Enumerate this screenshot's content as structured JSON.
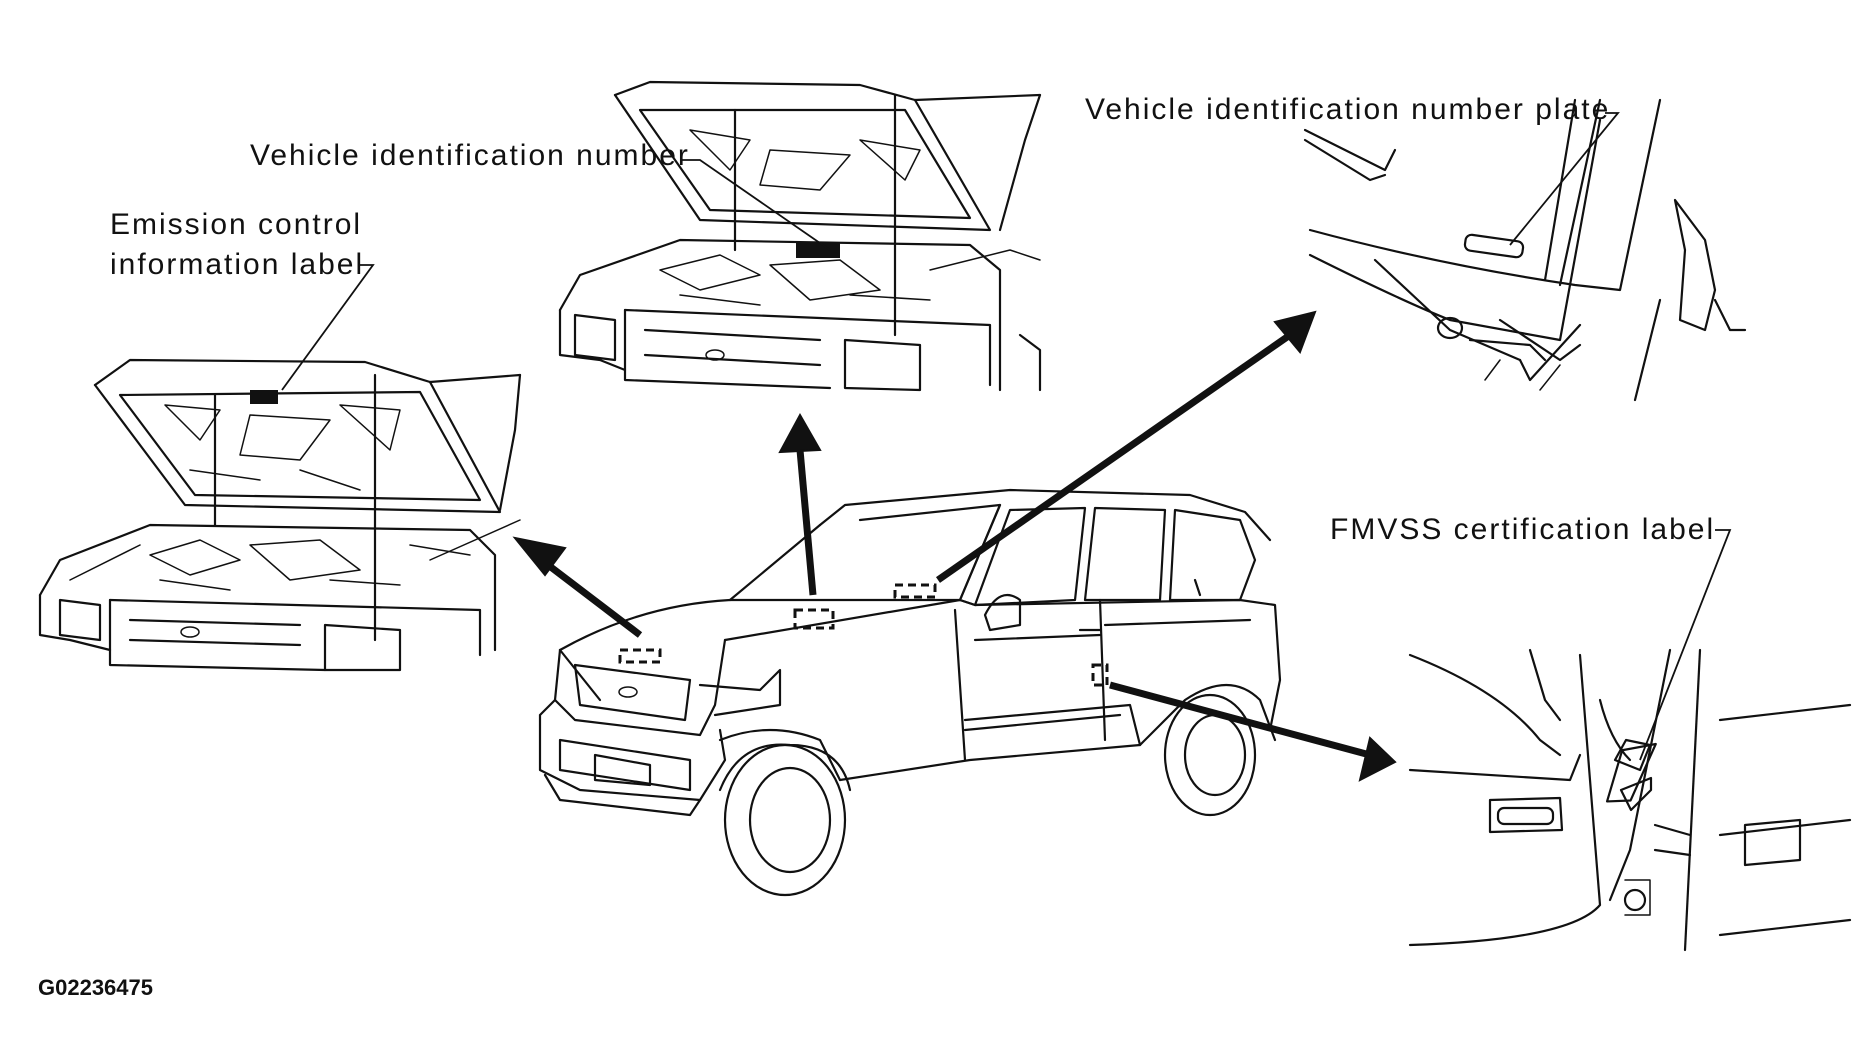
{
  "labels": {
    "vin": "Vehicle identification number",
    "emission_line1": "Emission control",
    "emission_line2": "information label",
    "vin_plate": "Vehicle identification number plate",
    "fmvss": "FMVSS certification label"
  },
  "figure_id": "G02236475"
}
